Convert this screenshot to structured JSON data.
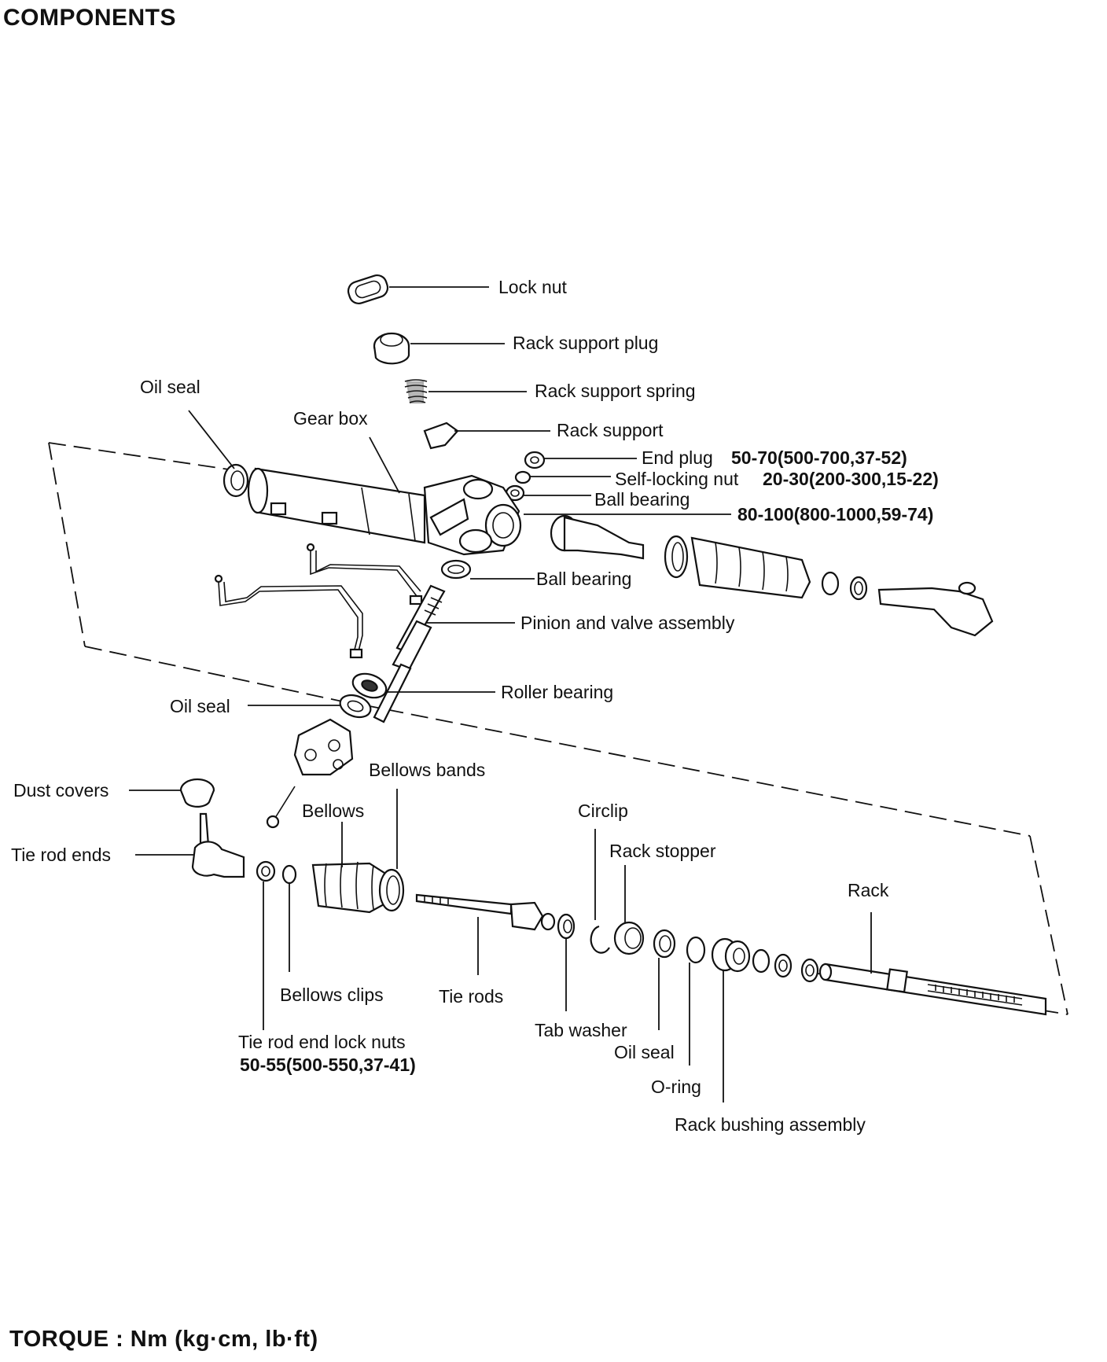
{
  "header": {
    "title": "COMPONENTS"
  },
  "footer": {
    "torque_units": "TORQUE : Nm (kg·cm, lb·ft)"
  },
  "labels": {
    "lock_nut": "Lock nut",
    "rack_support_plug": "Rack support plug",
    "rack_support_spring": "Rack support spring",
    "rack_support": "Rack support",
    "oil_seal_top": "Oil seal",
    "gear_box": "Gear box",
    "end_plug": "End plug",
    "end_plug_torque": "50-70(500-700,37-52)",
    "self_locking_nut": "Self-locking nut",
    "self_locking_nut_torque": "20-30(200-300,15-22)",
    "ball_bearing_upper": "Ball bearing",
    "ball_bearing_torque": "80-100(800-1000,59-74)",
    "ball_bearing_lower": "Ball bearing",
    "pinion_valve": "Pinion and valve assembly",
    "roller_bearing": "Roller bearing",
    "oil_seal_mid": "Oil seal",
    "bellows_bands": "Bellows bands",
    "dust_covers": "Dust covers",
    "bellows": "Bellows",
    "circlip": "Circlip",
    "rack_stopper": "Rack stopper",
    "tie_rod_ends": "Tie rod ends",
    "rack": "Rack",
    "bellows_clips": "Bellows clips",
    "tie_rods": "Tie rods",
    "tie_rod_end_lock_nuts": "Tie rod end lock nuts",
    "tie_rod_end_lock_nuts_torque": "50-55(500-550,37-41)",
    "tab_washer": "Tab washer",
    "oil_seal_bottom": "Oil seal",
    "o_ring": "O-ring",
    "rack_bushing_assembly": "Rack bushing assembly"
  }
}
